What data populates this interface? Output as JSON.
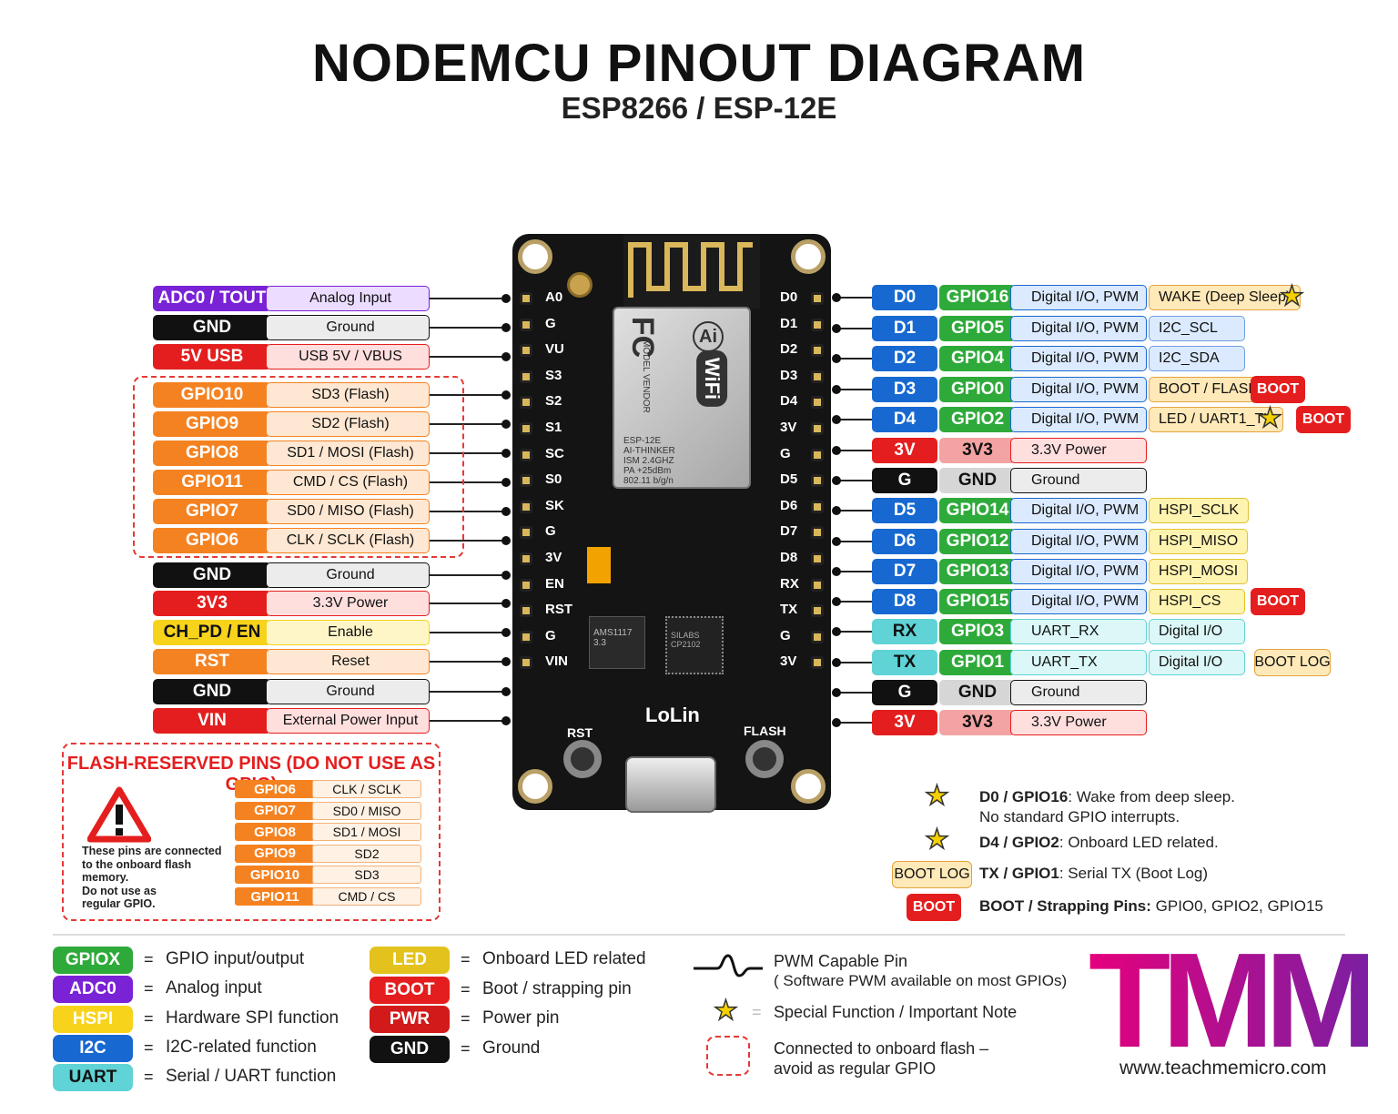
{
  "header": {
    "title": "NODEMCU PINOUT DIAGRAM",
    "subtitle": "ESP8266 / ESP-12E"
  },
  "left_pins": [
    {
      "name": "ADC0 / TOUT",
      "desc": "Analog Input",
      "color": "#7a22d6",
      "light": "#ecdcff"
    },
    {
      "name": "GND",
      "desc": "Ground",
      "color": "#111111",
      "light": "#ececec"
    },
    {
      "name": "5V USB",
      "desc": "USB 5V / VBUS",
      "color": "#e41e1e",
      "light": "#ffdede"
    },
    {
      "name": "GPIO10",
      "desc": "SD3 (Flash)",
      "color": "#f58220",
      "light": "#ffe8d3"
    },
    {
      "name": "GPIO9",
      "desc": "SD2 (Flash)",
      "color": "#f58220",
      "light": "#ffe8d3"
    },
    {
      "name": "GPIO8",
      "desc": "SD1 / MOSI (Flash)",
      "color": "#f58220",
      "light": "#ffe8d3"
    },
    {
      "name": "GPIO11",
      "desc": "CMD / CS (Flash)",
      "color": "#f58220",
      "light": "#ffe8d3"
    },
    {
      "name": "GPIO7",
      "desc": "SD0 / MISO (Flash)",
      "color": "#f58220",
      "light": "#ffe8d3"
    },
    {
      "name": "GPIO6",
      "desc": "CLK / SCLK (Flash)",
      "color": "#f58220",
      "light": "#ffe8d3"
    },
    {
      "name": "GND",
      "desc": "Ground",
      "color": "#111111",
      "light": "#ececec"
    },
    {
      "name": "3V3",
      "desc": "3.3V Power",
      "color": "#e41e1e",
      "light": "#ffdede"
    },
    {
      "name": "CH_PD / EN",
      "desc": "Enable",
      "color": "#f7d31c",
      "light": "#fff6c8"
    },
    {
      "name": "RST",
      "desc": "Reset",
      "color": "#f58220",
      "light": "#ffe8d3"
    },
    {
      "name": "GND",
      "desc": "Ground",
      "color": "#111111",
      "light": "#ececec"
    },
    {
      "name": "VIN",
      "desc": "External Power Input",
      "color": "#e41e1e",
      "light": "#ffdede"
    }
  ],
  "right_pins": [
    {
      "pin": "D0",
      "pin_color": "#1769d1",
      "gpio": "GPIO16",
      "gpio_color": "#2eaa3a",
      "desc": "Digital I/O, PWM",
      "light": "#dbeaff",
      "extra": "WAKE (Deep Sleep)",
      "extra_bg": "#ffe9b8",
      "extra_border": "#e3a43f",
      "star": true,
      "boot": ""
    },
    {
      "pin": "D1",
      "pin_color": "#1769d1",
      "gpio": "GPIO5",
      "gpio_color": "#2eaa3a",
      "desc": "Digital I/O, PWM",
      "light": "#dbeaff",
      "extra": "I2C_SCL",
      "extra_bg": "#dbeaff",
      "extra_border": "#6f9fe0",
      "star": false,
      "boot": ""
    },
    {
      "pin": "D2",
      "pin_color": "#1769d1",
      "gpio": "GPIO4",
      "gpio_color": "#2eaa3a",
      "desc": "Digital I/O, PWM",
      "light": "#dbeaff",
      "extra": "I2C_SDA",
      "extra_bg": "#dbeaff",
      "extra_border": "#6f9fe0",
      "star": false,
      "boot": ""
    },
    {
      "pin": "D3",
      "pin_color": "#1769d1",
      "gpio": "GPIO0",
      "gpio_color": "#2eaa3a",
      "desc": "Digital I/O, PWM",
      "light": "#dbeaff",
      "extra": "BOOT / FLASH",
      "extra_bg": "#ffe9b8",
      "extra_border": "#e3a43f",
      "star": false,
      "boot": "BOOT"
    },
    {
      "pin": "D4",
      "pin_color": "#1769d1",
      "gpio": "GPIO2",
      "gpio_color": "#2eaa3a",
      "desc": "Digital I/O, PWM",
      "light": "#dbeaff",
      "extra": "LED / UART1_TX",
      "extra_bg": "#ffe9b8",
      "extra_border": "#e3a43f",
      "star": true,
      "boot": "BOOT"
    },
    {
      "pin": "3V",
      "pin_color": "#e41e1e",
      "gpio": "3V3",
      "gpio_color": "#f3a3a3",
      "gpio_text": "#111111",
      "desc": "3.3V Power",
      "light": "#ffdede",
      "extra": "",
      "star": false,
      "boot": ""
    },
    {
      "pin": "G",
      "pin_color": "#111111",
      "gpio": "GND",
      "gpio_color": "#d6d6d6",
      "gpio_text": "#111111",
      "desc": "Ground",
      "light": "#ececec",
      "extra": "",
      "star": false,
      "boot": ""
    },
    {
      "pin": "D5",
      "pin_color": "#1769d1",
      "gpio": "GPIO14",
      "gpio_color": "#2eaa3a",
      "desc": "Digital I/O, PWM",
      "light": "#dbeaff",
      "extra": "HSPI_SCLK",
      "extra_bg": "#fff3b0",
      "extra_border": "#e1c22b",
      "star": false,
      "boot": ""
    },
    {
      "pin": "D6",
      "pin_color": "#1769d1",
      "gpio": "GPIO12",
      "gpio_color": "#2eaa3a",
      "desc": "Digital I/O, PWM",
      "light": "#dbeaff",
      "extra": "HSPI_MISO",
      "extra_bg": "#fff3b0",
      "extra_border": "#e1c22b",
      "star": false,
      "boot": ""
    },
    {
      "pin": "D7",
      "pin_color": "#1769d1",
      "gpio": "GPIO13",
      "gpio_color": "#2eaa3a",
      "desc": "Digital I/O, PWM",
      "light": "#dbeaff",
      "extra": "HSPI_MOSI",
      "extra_bg": "#fff3b0",
      "extra_border": "#e1c22b",
      "star": false,
      "boot": ""
    },
    {
      "pin": "D8",
      "pin_color": "#1769d1",
      "gpio": "GPIO15",
      "gpio_color": "#2eaa3a",
      "desc": "Digital I/O, PWM",
      "light": "#dbeaff",
      "extra": "HSPI_CS",
      "extra_bg": "#fff3b0",
      "extra_border": "#e1c22b",
      "star": false,
      "boot": "BOOT"
    },
    {
      "pin": "RX",
      "pin_color": "#5fd3d6",
      "gpio": "GPIO3",
      "gpio_color": "#2eaa3a",
      "desc": "UART_RX",
      "light": "#dbf7f7",
      "extra": "Digital I/O",
      "extra_bg": "#dbf7f7",
      "extra_border": "#5fd3d6",
      "star": false,
      "boot": ""
    },
    {
      "pin": "TX",
      "pin_color": "#5fd3d6",
      "gpio": "GPIO1",
      "gpio_color": "#2eaa3a",
      "desc": "UART_TX",
      "light": "#dbf7f7",
      "extra": "Digital I/O",
      "extra_bg": "#dbf7f7",
      "extra_border": "#5fd3d6",
      "star": false,
      "boot": "BOOT LOG"
    },
    {
      "pin": "G",
      "pin_color": "#111111",
      "gpio": "GND",
      "gpio_color": "#d6d6d6",
      "gpio_text": "#111111",
      "desc": "Ground",
      "light": "#ececec",
      "extra": "",
      "star": false,
      "boot": ""
    },
    {
      "pin": "3V",
      "pin_color": "#e41e1e",
      "gpio": "3V3",
      "gpio_color": "#f3a3a3",
      "gpio_text": "#111111",
      "desc": "3.3V Power",
      "light": "#ffdede",
      "extra": "",
      "star": false,
      "boot": ""
    }
  ],
  "board": {
    "left_silk": [
      "A0",
      "G",
      "VU",
      "S3",
      "S2",
      "S1",
      "SC",
      "S0",
      "SK",
      "G",
      "3V",
      "EN",
      "RST",
      "G",
      "VIN"
    ],
    "right_silk": [
      "D0",
      "D1",
      "D2",
      "D3",
      "D4",
      "3V",
      "G",
      "D5",
      "D6",
      "D7",
      "D8",
      "RX",
      "TX",
      "G",
      "3V"
    ],
    "module_lines": [
      "ESP-12E",
      "AI-THINKER",
      "ISM 2.4GHZ",
      "PA +25dBm",
      "802.11 b/g/n"
    ],
    "module_model": "MODEL VENDOR",
    "fc_mark": "FC",
    "ai_mark": "Ai",
    "wifi_mark": "WiFi",
    "regulator": "AMS1117 3.3",
    "usb_chip": "SILABS CP2102",
    "brand": "LoLin",
    "btn_rst": "RST",
    "btn_flash": "FLASH"
  },
  "flash_box": {
    "title": "FLASH-RESERVED PINS (DO NOT USE AS GPIO)",
    "warning_lines": [
      "These pins are connected",
      "to the onboard flash",
      "memory.",
      "Do not use as",
      "regular GPIO."
    ],
    "rows": [
      {
        "gpio": "GPIO6",
        "fn": "CLK / SCLK"
      },
      {
        "gpio": "GPIO7",
        "fn": "SD0 / MISO"
      },
      {
        "gpio": "GPIO8",
        "fn": "SD1 / MOSI"
      },
      {
        "gpio": "GPIO9",
        "fn": "SD2"
      },
      {
        "gpio": "GPIO10",
        "fn": "SD3"
      },
      {
        "gpio": "GPIO11",
        "fn": "CMD / CS"
      }
    ]
  },
  "notes": {
    "n1_bold": "D0 / GPIO16",
    "n1_text": ": Wake from deep sleep.",
    "n1_line2": "No standard GPIO interrupts.",
    "n2_bold": "D4 / GPIO2",
    "n2_text": ": Onboard LED related.",
    "n3_badge": "BOOT LOG",
    "n3_bold": "TX / GPIO1",
    "n3_text": ": Serial TX (Boot Log)",
    "n4_badge": "BOOT",
    "n4_bold": "BOOT / Strapping Pins:",
    "n4_text": " GPIO0, GPIO2, GPIO15"
  },
  "legend": {
    "eq": "=",
    "col1": [
      {
        "chip": "GPIOX",
        "color": "#2eaa3a",
        "text_color": "#ffffff",
        "label": "GPIO input/output"
      },
      {
        "chip": "ADC0",
        "color": "#7a22d6",
        "text_color": "#ffffff",
        "label": "Analog input"
      },
      {
        "chip": "HSPI",
        "color": "#f7d31c",
        "text_color": "#ffffff",
        "label": "Hardware SPI function"
      },
      {
        "chip": "I2C",
        "color": "#1769d1",
        "text_color": "#ffffff",
        "label": "I2C-related function"
      },
      {
        "chip": "UART",
        "color": "#5fd3d6",
        "text_color": "#111111",
        "label": "Serial / UART function"
      }
    ],
    "col2": [
      {
        "chip": "LED",
        "color": "#e3c21d",
        "text_color": "#ffffff",
        "label": "Onboard LED related"
      },
      {
        "chip": "BOOT",
        "color": "#e41e1e",
        "text_color": "#ffffff",
        "label": "Boot / strapping pin"
      },
      {
        "chip": "PWR",
        "color": "#d31a1a",
        "text_color": "#ffffff",
        "label": "Power pin"
      },
      {
        "chip": "GND",
        "color": "#111111",
        "text_color": "#ffffff",
        "label": "Ground"
      }
    ],
    "pwm_label": "PWM Capable Pin",
    "pwm_sub": "( Software PWM available on most GPIOs)",
    "star_label": "Special Function / Important Note",
    "flash_label_1": "Connected to onboard flash –",
    "flash_label_2": "avoid as regular GPIO"
  },
  "brand": {
    "logo": "TMM",
    "url": "www.teachmemicro.com",
    "gradient": [
      "#e5007d",
      "#6a1b9a"
    ]
  }
}
